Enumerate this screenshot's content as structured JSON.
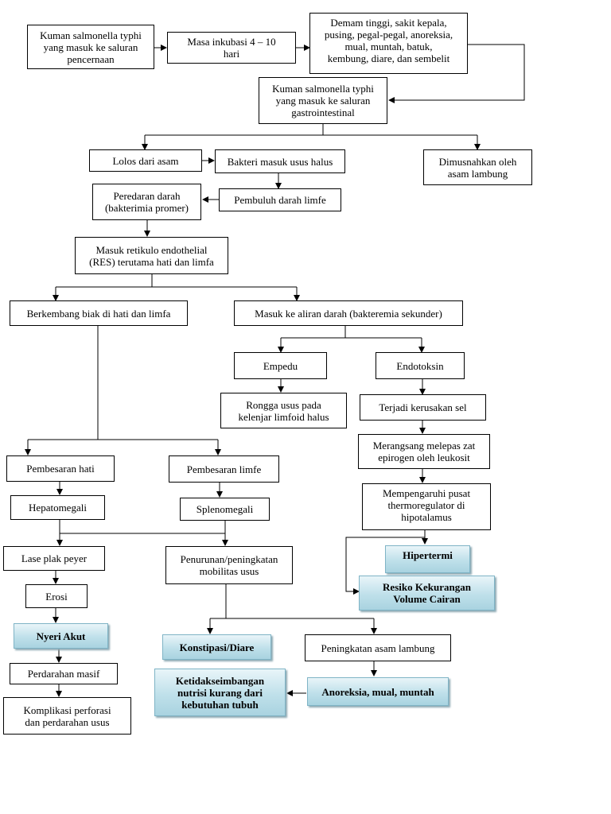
{
  "colors": {
    "line": "#000000",
    "highlight_top": "#e9f5f9",
    "highlight_bottom": "#a9d3e0"
  },
  "nodes": {
    "n1": "Kuman salmonella typhi\nyang masuk ke saluran\npencernaan",
    "n2": "Masa inkubasi 4 – 10\nhari",
    "n3": "Demam tinggi, sakit kepala,\npusing, pegal-pegal, anoreksia,\nmual, muntah, batuk,\nkembung, diare, dan sembelit",
    "n4": "Kuman salmonella typhi\nyang masuk ke saluran\ngastrointestinal",
    "n5": "Lolos dari asam",
    "n6": "Bakteri masuk usus halus",
    "n7": "Dimusnahkan oleh\nasam lambung",
    "n8": "Peredaran darah\n(bakterimia promer)",
    "n9": "Pembuluh darah limfe",
    "n10": "Masuk retikulo endothelial\n(RES) terutama hati dan limfa",
    "n11": "Berkembang biak di  hati dan limfa",
    "n12": "Masuk ke aliran darah (bakteremia sekunder)",
    "n13": "Empedu",
    "n14": "Endotoksin",
    "n15": "Rongga usus pada\nkelenjar limfoid halus",
    "n16": "Terjadi kerusakan sel",
    "n17": "Merangsang melepas zat\nepirogen oleh leukosit",
    "n18": "Mempengaruhi pusat\nthermoregulator di\nhipotalamus",
    "n19": "Hipertermi",
    "n20": "Resiko Kekurangan\nVolume Cairan",
    "n21": "Pembesaran hati",
    "n22": "Pembesaran limfe",
    "n23": "Hepatomegali",
    "n24": "Splenomegali",
    "n25": "Lase plak peyer",
    "n26": "Penurunan/peningkatan\nmobilitas usus",
    "n27": "Erosi",
    "n28": "Nyeri Akut",
    "n29": "Konstipasi/Diare",
    "n30": "Peningkatan asam lambung",
    "n31": "Perdarahan masif",
    "n32": "Ketidakseimbangan\nnutrisi kurang dari\nkebutuhan tubuh",
    "n33": "Anoreksia, mual, muntah",
    "n34": "Komplikasi perforasi\ndan perdarahan usus"
  }
}
